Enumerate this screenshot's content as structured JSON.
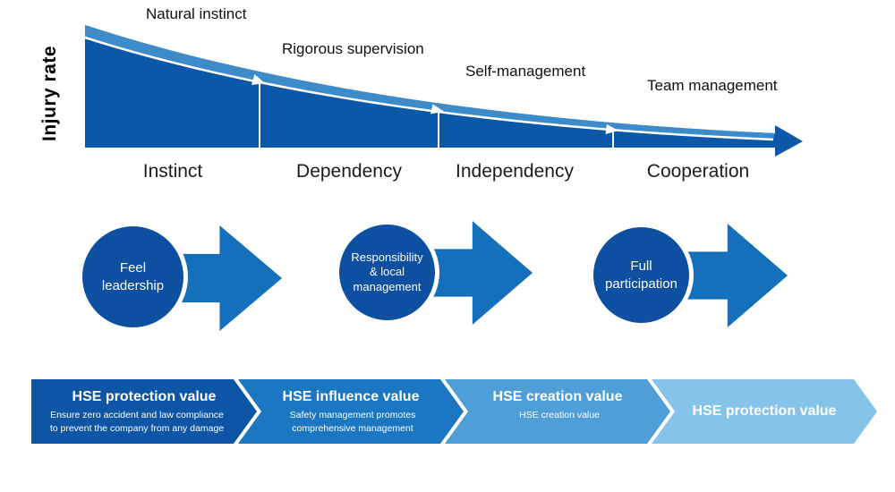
{
  "colors": {
    "curve_fill": "#0b57a8",
    "curve_band": "#3e8bc9",
    "circle": "#0d4fa0",
    "arrow": "#1470ba",
    "banner1": "#0f55a5",
    "banner2": "#1b77c2",
    "banner3": "#4f9ed8",
    "banner4": "#85c3ea"
  },
  "curve": {
    "axis_label": "Injury rate",
    "phase_labels": [
      "Natural instinct",
      "Rigorous supervision",
      "Self-management",
      "Team management"
    ],
    "stage_labels": [
      "Instinct",
      "Dependency",
      "Independency",
      "Cooperation"
    ]
  },
  "process_circles": [
    {
      "label": "Feel\nleadership"
    },
    {
      "label": "Responsibility\n& local\nmanagement"
    },
    {
      "label": "Full\nparticipation"
    }
  ],
  "banners": [
    {
      "title": "HSE protection value",
      "subtitle": "Ensure zero accident and law compliance\nto prevent the company from any damage"
    },
    {
      "title": "HSE influence value",
      "subtitle": "Safety management promotes\ncomprehensive management"
    },
    {
      "title": "HSE creation value",
      "subtitle": "HSE creation value"
    },
    {
      "title": "HSE protection value",
      "subtitle": ""
    }
  ]
}
